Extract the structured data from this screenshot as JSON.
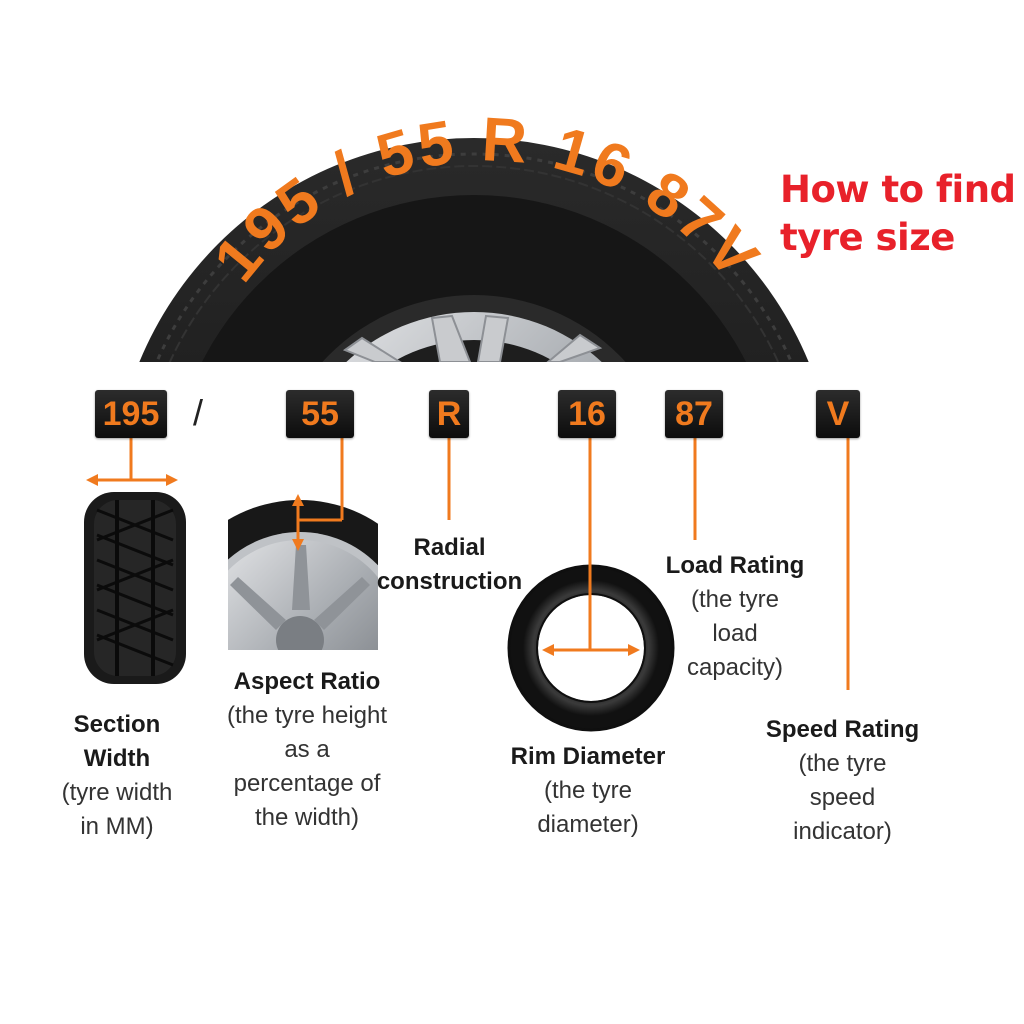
{
  "headline": {
    "line1": "How to find",
    "line2": "tyre size",
    "color": "#e8212a"
  },
  "sidewall_text": "195 / 55 R 16 87V",
  "codes": [
    {
      "id": "width",
      "value": "195"
    },
    {
      "id": "aspect",
      "value": "55"
    },
    {
      "id": "construction",
      "value": "R"
    },
    {
      "id": "rim",
      "value": "16"
    },
    {
      "id": "load",
      "value": "87"
    },
    {
      "id": "speed",
      "value": "V"
    }
  ],
  "separator": "/",
  "labels": {
    "width": {
      "title": "Section Width",
      "desc": "(tyre width in MM)"
    },
    "aspect": {
      "title": "Aspect Ratio",
      "desc": "(the tyre height as a percentage of the width)"
    },
    "construction": {
      "title": "Radial construction"
    },
    "rim": {
      "title": "Rim Diameter",
      "desc": "(the tyre diameter)"
    },
    "load": {
      "title": "Load Rating",
      "desc": "(the tyre load capacity)"
    },
    "speed": {
      "title": "Speed Rating",
      "desc": "(the tyre speed indicator)"
    }
  },
  "colors": {
    "accent": "#f07a1e",
    "tyre": "#1b1b1b",
    "box": "#141414",
    "rim": "#b9bcc0"
  }
}
